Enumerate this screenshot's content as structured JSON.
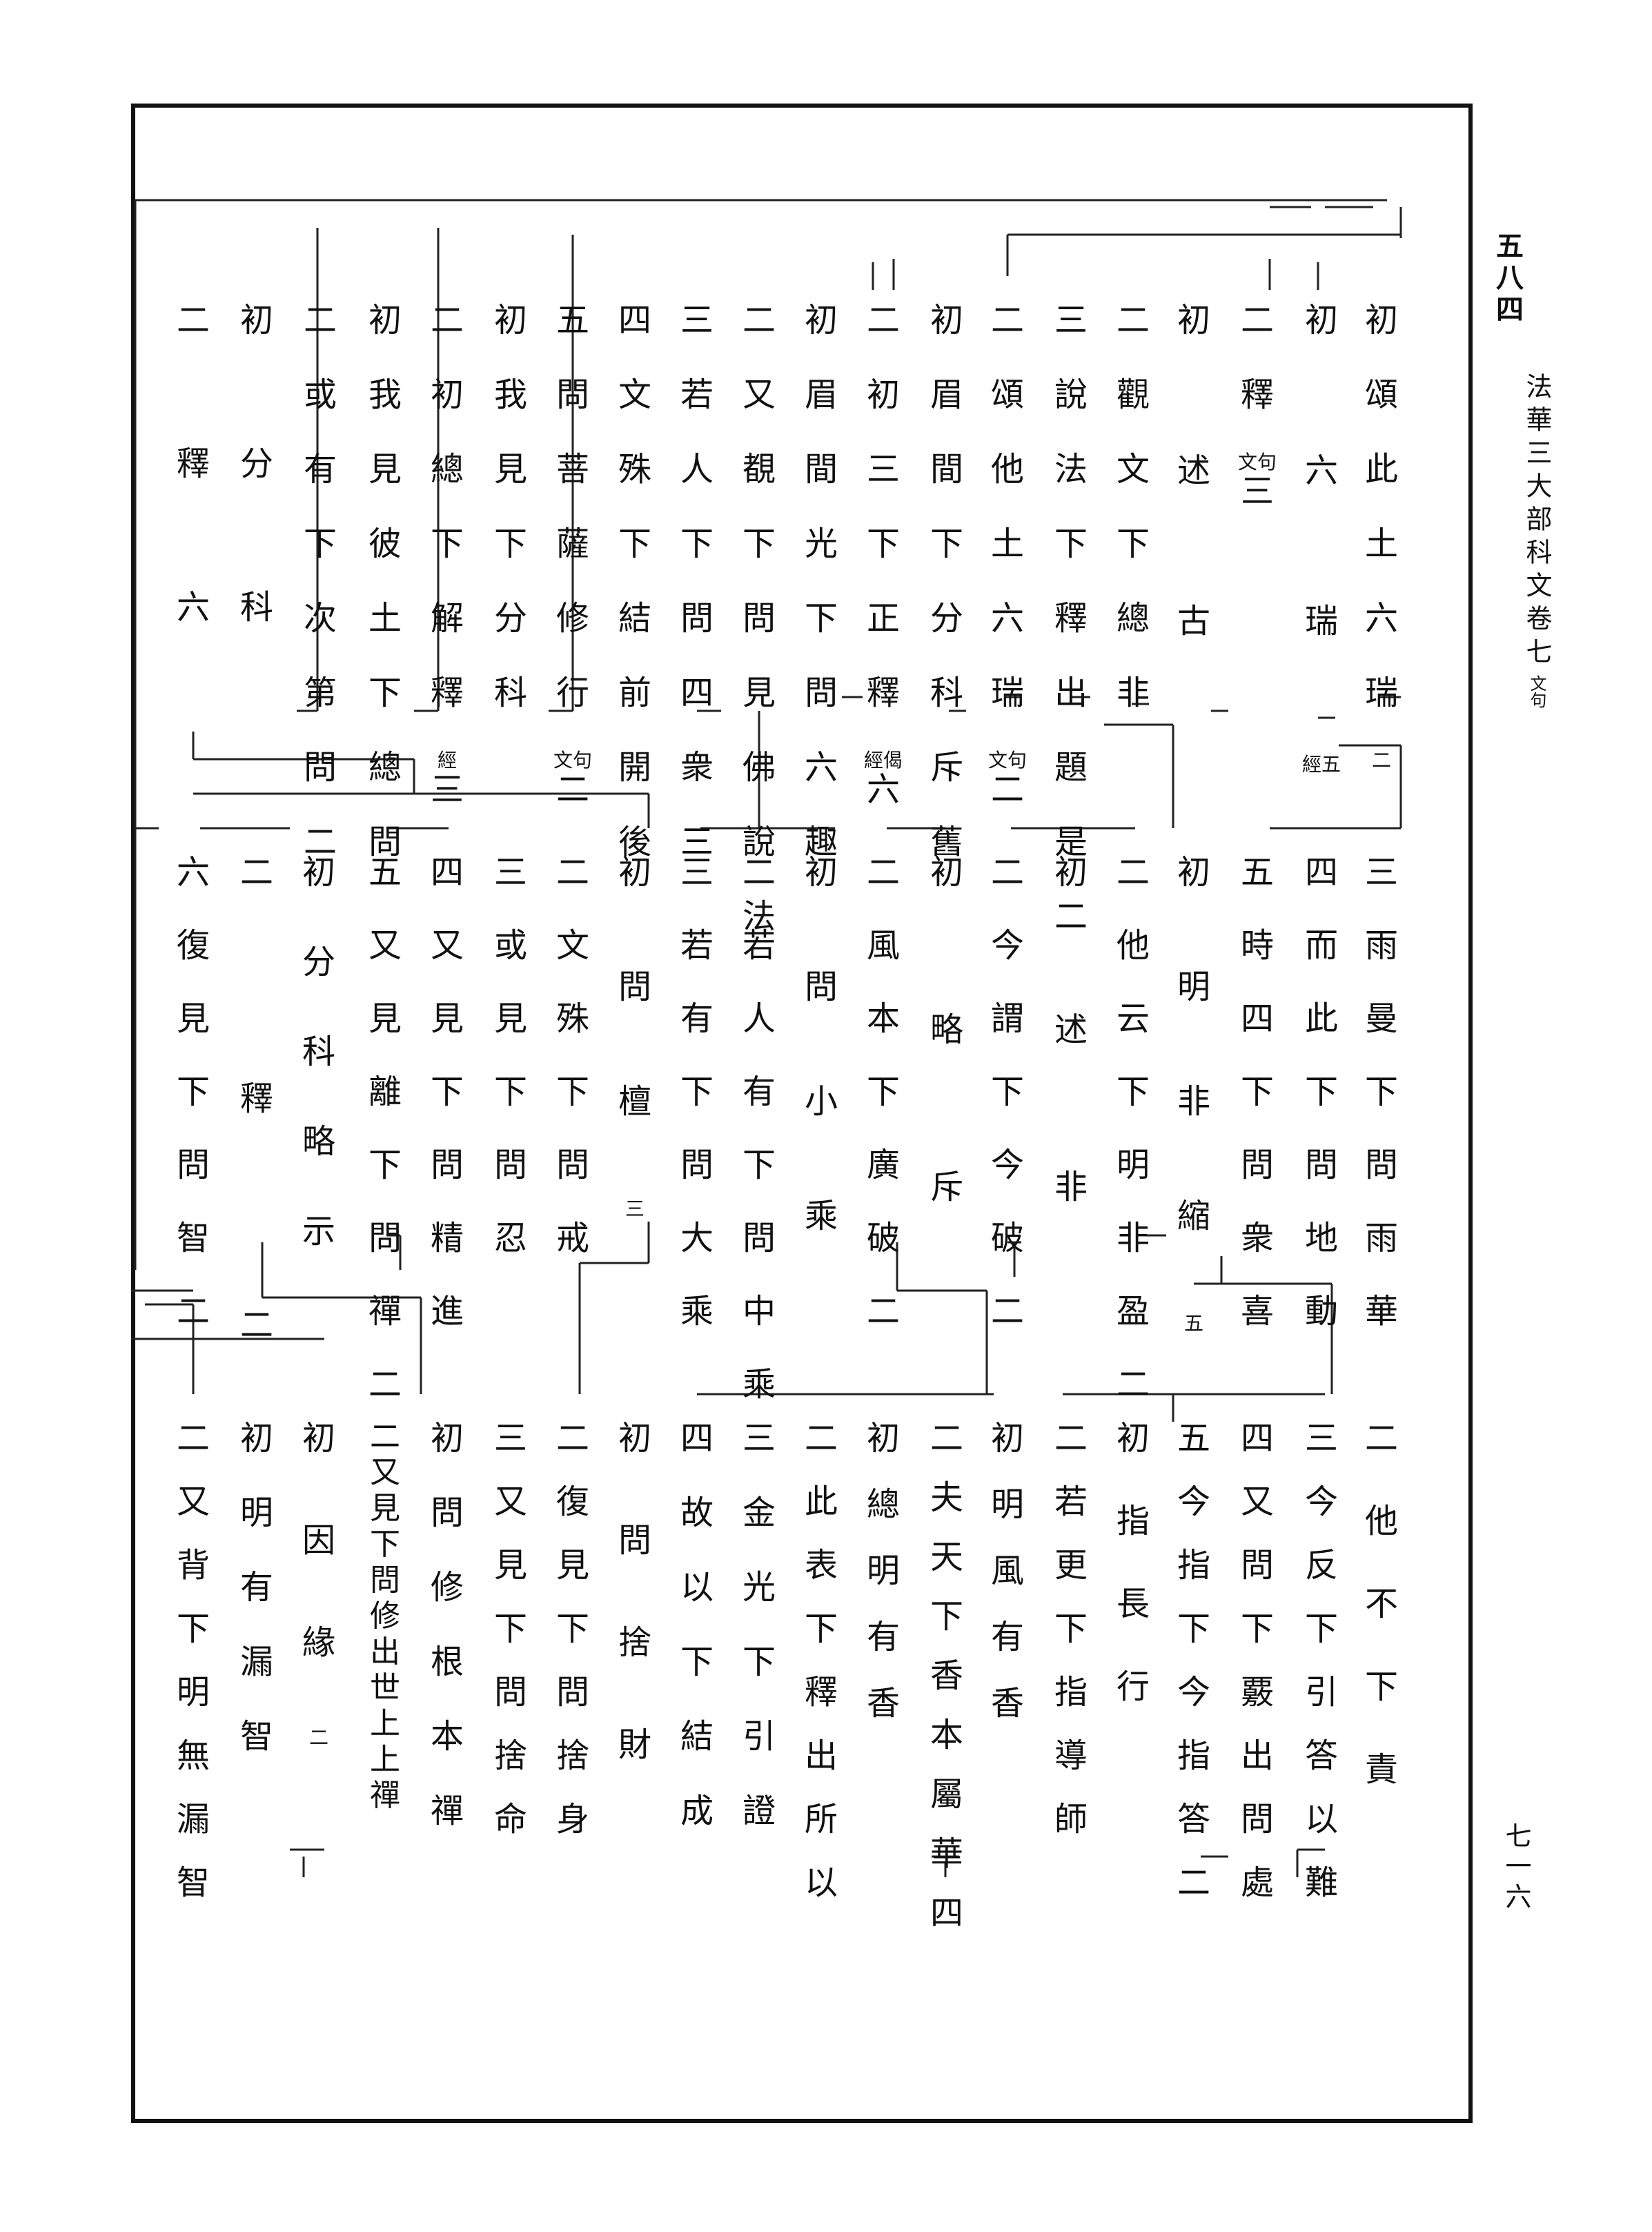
{
  "running_header": {
    "page_label": "五八四",
    "book_title": "法華三大部科文卷七",
    "book_title_note": "文句"
  },
  "page_number": "七一六",
  "nodes": {
    "c1": [
      "初頌此土六瑞",
      "二"
    ],
    "c2": [
      "初",
      "六",
      "瑞",
      "經五"
    ],
    "c3": [
      "二",
      "釋",
      "文句",
      "三"
    ],
    "c4": [
      "初",
      "述",
      "古"
    ],
    "c5": [
      "二",
      "觀文下總非"
    ],
    "c6": [
      "三說法下釋出題是",
      "二"
    ],
    "c7": [
      "二頌他土六瑞",
      "文句",
      "二"
    ],
    "c8": [
      "初眉間下分科斥舊"
    ],
    "c9": [
      "二初三下正釋",
      "經偈",
      "六"
    ],
    "c10": [
      "初眉間光下問六趣"
    ],
    "c11": [
      "二又覩下問見佛說法"
    ],
    "c12": [
      "三若人下問四衆",
      "三"
    ],
    "c13": [
      "四文殊下結前開後"
    ],
    "c14": [
      "五問菩薩修行",
      "文句",
      "二"
    ],
    "c15": [
      "初我見下分科"
    ],
    "c16": [
      "二初總下解釋",
      "經",
      "三"
    ],
    "c17": [
      "初我見彼土下總問"
    ],
    "c18": [
      "二或有下次第問",
      "二"
    ],
    "c19": [
      "初",
      "分",
      "科"
    ],
    "c20": [
      "二",
      "釋",
      "六"
    ],
    "m1": [
      "三雨曼下問雨華"
    ],
    "m2": [
      "四而此下問地動"
    ],
    "m3": [
      "五時四下問衆喜"
    ],
    "m4": [
      "初",
      "明",
      "非",
      "縮",
      "五"
    ],
    "m5": [
      "二他云下明非盈",
      "二"
    ],
    "m6": [
      "初",
      "述",
      "非"
    ],
    "m7": [
      "二今謂下今破",
      "二"
    ],
    "m8": [
      "初",
      "略",
      "斥"
    ],
    "m9": [
      "二風本下廣破",
      "二"
    ],
    "m10": [
      "初",
      "問",
      "小",
      "乘"
    ],
    "m11": [
      "二若人有下問中乘"
    ],
    "m12": [
      "三若有下問大乘"
    ],
    "m13": [
      "初",
      "問",
      "檀",
      "三"
    ],
    "m14": [
      "二文殊下問戒"
    ],
    "m15": [
      "三或見下問忍"
    ],
    "m16": [
      "四又見下問精進"
    ],
    "m17": [
      "五又見離下問禪",
      "二"
    ],
    "m18": [
      "初",
      "分",
      "科",
      "略",
      "示"
    ],
    "m19": [
      "二",
      "釋",
      "二"
    ],
    "m20": [
      "六復見下問智",
      "二"
    ],
    "b1": [
      "二",
      "他",
      "不",
      "下",
      "責"
    ],
    "b2": [
      "三今反下引答以難"
    ],
    "b3": [
      "四又問下覈出問處"
    ],
    "b4": [
      "五今指下今指答",
      "二"
    ],
    "b5": [
      "初",
      "指",
      "長",
      "行"
    ],
    "b6": [
      "二若更下指導師"
    ],
    "b7": [
      "初",
      "明",
      "風",
      "有",
      "香"
    ],
    "b8": [
      "二夫天下香本屬華",
      "四"
    ],
    "b9": [
      "初",
      "總",
      "明",
      "有",
      "香"
    ],
    "b10": [
      "二此表下釋出所以"
    ],
    "b11": [
      "三",
      "金",
      "光",
      "下",
      "引",
      "證"
    ],
    "b12": [
      "四",
      "故",
      "以",
      "下",
      "結",
      "成"
    ],
    "b13": [
      "初",
      "問",
      "捨",
      "財"
    ],
    "b14": [
      "二復見下問捨身"
    ],
    "b15": [
      "三又見下問捨命"
    ],
    "b16": [
      "初",
      "問",
      "修",
      "根",
      "本",
      "禪"
    ],
    "b17": [
      "二又見下問修出世上上禪"
    ],
    "b18": [
      "初",
      "因",
      "緣",
      "二"
    ],
    "b19": [
      "初",
      "明",
      "有",
      "漏",
      "智"
    ],
    "b20": [
      "二又背下明無漏智"
    ]
  }
}
